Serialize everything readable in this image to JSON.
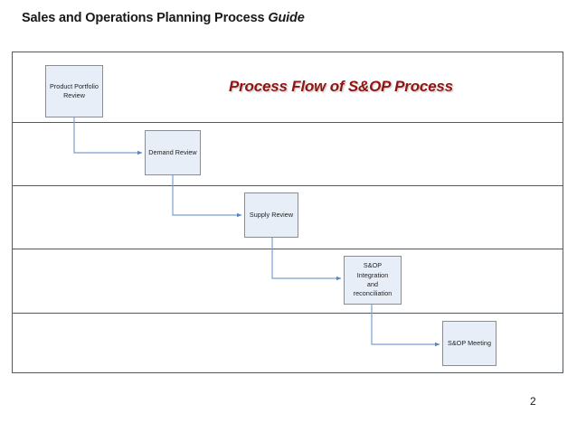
{
  "page": {
    "heading_main": "Sales and Operations Planning Process ",
    "heading_italic": "Guide",
    "number": "2"
  },
  "diagram": {
    "title": "Process Flow of S&OP Process",
    "title_color": "#8f1513",
    "box_fill": "#e8eef7",
    "box_border": "#8a8d91",
    "connector_color": "#7b9fd0",
    "frame_border": "#555a5e",
    "lane_count": 5,
    "boxes": [
      {
        "id": "product-portfolio-review",
        "label": "Product Portfolio\nReview",
        "lane": 1
      },
      {
        "id": "demand-review",
        "label": "Demand Review",
        "lane": 2
      },
      {
        "id": "supply-review",
        "label": "Supply Review",
        "lane": 3
      },
      {
        "id": "sop-integration-and-reconciliation",
        "label": "S&OP Integration\nand reconciliation",
        "lane": 4
      },
      {
        "id": "sop-meeting",
        "label": "S&OP Meeting",
        "lane": 5
      }
    ],
    "connectors": [
      {
        "from": "product-portfolio-review",
        "to": "demand-review"
      },
      {
        "from": "demand-review",
        "to": "supply-review"
      },
      {
        "from": "supply-review",
        "to": "sop-integration-and-reconciliation"
      },
      {
        "from": "sop-integration-and-reconciliation",
        "to": "sop-meeting"
      }
    ]
  }
}
